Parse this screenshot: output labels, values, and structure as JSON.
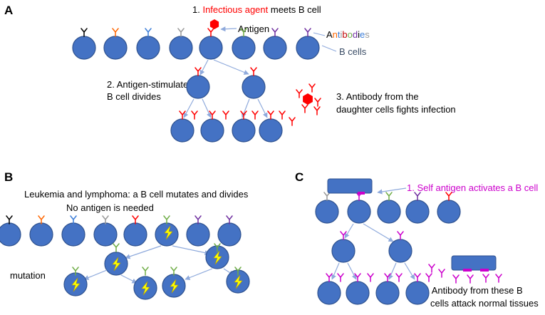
{
  "panels": {
    "a": {
      "letter": "A",
      "step1_prefix": "1. ",
      "step1_agent": "Infectious agent",
      "step1_suffix": " meets B cell",
      "antigen_label": "Antigen",
      "antibodies_label": "Antibodies",
      "bcells_label": "B cells",
      "step2_line1": "2. Antigen-stimulated",
      "step2_line2": "B cell divides",
      "step3_line1": "3. Antibody from the",
      "step3_line2": "daughter cells fights infection"
    },
    "b": {
      "letter": "B",
      "title_line1": "Leukemia and lymphoma: a B cell mutates and divides",
      "title_line2": "No antigen is needed",
      "mutation_label": "mutation"
    },
    "c": {
      "letter": "C",
      "step1": "1. Self antigen activates a B cell",
      "step2_line1": "2. Antibody from these B",
      "step2_line2": "cells attack normal tissues"
    }
  },
  "colors": {
    "cell_fill": "#4472c4",
    "cell_stroke": "#2f528f",
    "arrow": "#8faadc",
    "infectious_red": "#ff0000",
    "self_antigen_magenta": "#cc00cc",
    "bolt_yellow": "#ffff00",
    "label_line": "#8faadc"
  },
  "antibodies_word_letter_colors": [
    "#000000",
    "#ff6600",
    "#3b7dd8",
    "#999999",
    "#c00000",
    "#70ad47",
    "#7030a0",
    "#000000",
    "#3b7dd8",
    "#999999"
  ],
  "icons": [
    "infectious-hexagon-icon",
    "antibody-y-icon",
    "lightning-bolt-icon",
    "b-cell-icon",
    "tissue-block-icon"
  ]
}
